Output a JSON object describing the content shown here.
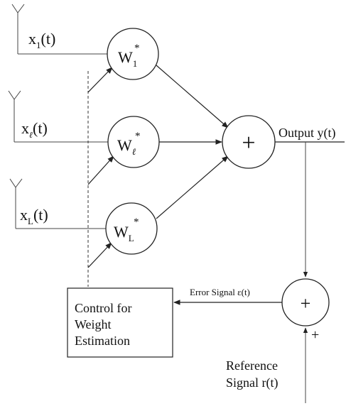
{
  "inputs": [
    {
      "base": "x",
      "sub": "1",
      "arg": "(t)"
    },
    {
      "base": "x",
      "sub": "ℓ",
      "arg": "(t)"
    },
    {
      "base": "x",
      "sub": "L",
      "arg": "(t)"
    }
  ],
  "weights": [
    {
      "base": "W",
      "sup": "*",
      "sub": "1"
    },
    {
      "base": "W",
      "sup": "*",
      "sub": "ℓ"
    },
    {
      "base": "W",
      "sup": "*",
      "sub": "L"
    }
  ],
  "summer_symbol": "+",
  "error_summer_symbol": "+",
  "output_label": "Output y(t)",
  "minus_sign": "-",
  "plus_sign": "+",
  "error_label": "Error Signal  ε(t)",
  "control_box": {
    "lines": [
      "Control for",
      "Weight",
      "Estimation"
    ]
  },
  "reference_label": {
    "lines": [
      "Reference",
      "Signal r(t)"
    ]
  }
}
